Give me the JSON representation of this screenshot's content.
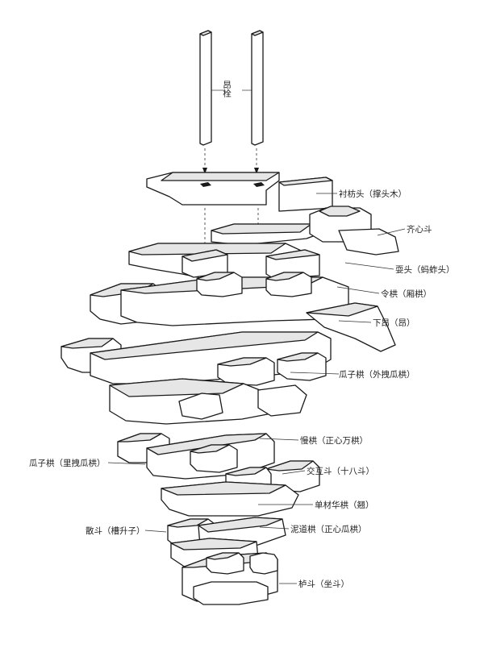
{
  "labels": {
    "angshuan": "昂栓",
    "chenfangtou": "衬枋头（撑头木）",
    "qixindou": "齐心斗",
    "shuatou": "耍头（蚂蚱头）",
    "linggong": "令栱（厢栱）",
    "xiaang": "下昂（昂）",
    "guazigong_wai": "瓜子栱（外拽瓜栱）",
    "mangong": "慢栱（正心万栱）",
    "guazigong_li": "瓜子栱（里拽瓜栱）",
    "jiaohudou": "交互斗（十八斗）",
    "dancaihuagong": "单材华栱（翘）",
    "sandou": "散斗（槽升子）",
    "nidaogong": "泥道栱（正心瓜栱）",
    "ludou": "栌斗（坐斗）"
  }
}
